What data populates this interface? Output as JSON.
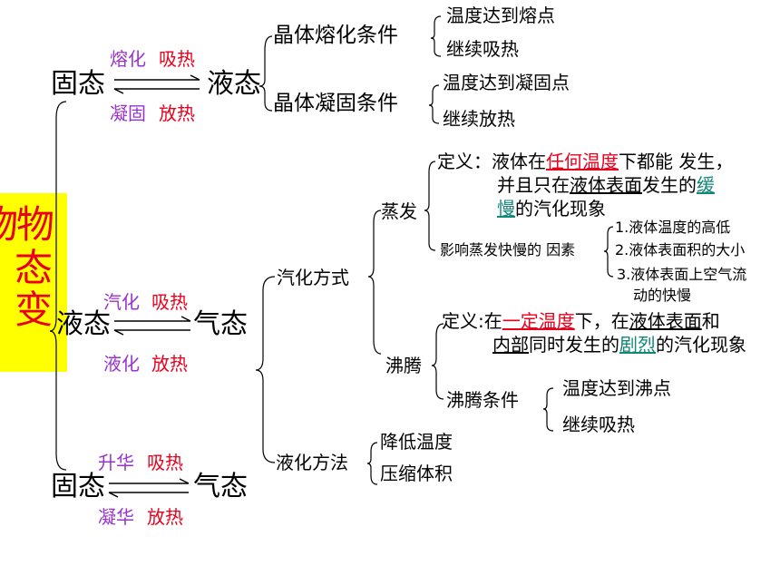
{
  "title_chars": [
    "物",
    "物",
    "态",
    "变"
  ],
  "solid_liquid": {
    "left": "固态",
    "right": "液态",
    "forward_a": "熔化",
    "forward_b": "吸热",
    "backward_a": "凝固",
    "backward_b": "放热"
  },
  "melting": {
    "label": "晶体熔化条件",
    "conditions": [
      "温度达到熔点",
      "继续吸热"
    ]
  },
  "freezing": {
    "label": "晶体凝固条件",
    "conditions": [
      "温度达到凝固点",
      "继续放热"
    ]
  },
  "liquid_gas": {
    "left": "液态",
    "right": "气态",
    "forward_a": "汽化",
    "forward_b": "吸热",
    "backward_a": "液化",
    "backward_b": "放热"
  },
  "vaporization": {
    "label": "汽化方式",
    "evaporation": {
      "label": "蒸发",
      "def_prefix": "定义：",
      "def_1": "液体在",
      "def_2": "任何温度",
      "def_3": "下都能 发生，",
      "def_4": "并且只在",
      "def_5": "液体表面",
      "def_6": "发生的",
      "def_7": "缓",
      "def_8": "慢",
      "def_9": "的汽化现象",
      "factors_label": "影响蒸发快慢的 因素",
      "factors": [
        "1.液体温度的高低",
        "2.液体表面积的大小",
        "3.液体表面上空气流",
        "动的快慢"
      ]
    },
    "boiling": {
      "label": "沸腾",
      "def_prefix": "定义:",
      "def_1": "在",
      "def_2": "一定温度",
      "def_3": "下，在",
      "def_4": "液体表面",
      "def_5": "和",
      "def_6": "内部",
      "def_7": "同时发生的",
      "def_8": "剧烈",
      "def_9": "的汽化现象",
      "cond_label": "沸腾条件",
      "conditions": [
        "温度达到沸点",
        "继续吸热"
      ]
    }
  },
  "liquefaction": {
    "label": "液化方法",
    "methods": [
      "降低温度",
      "压缩体积"
    ]
  },
  "solid_gas": {
    "left": "固态",
    "right": "气态",
    "forward_a": "升华",
    "forward_b": "吸热",
    "backward_a": "凝华",
    "backward_b": "放热"
  }
}
